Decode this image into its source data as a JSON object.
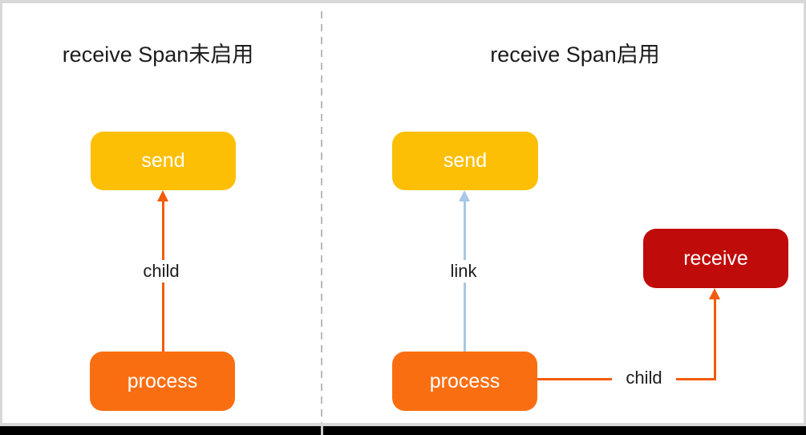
{
  "figure": {
    "type": "flow-diagram",
    "divider_style": "vertical-dashed",
    "colors": {
      "send_box": "#fcbf06",
      "process_box": "#fa6e12",
      "receive_box": "#c00b0b",
      "child_arrow": "#f25b0c",
      "link_arrow": "#a9c7e7",
      "divider": "#b9b9b9",
      "frame_border": "#d8d8d8",
      "bottom_bar": "#000000",
      "node_text": "#ffffff",
      "label_text": "#1c1c1c"
    },
    "panels": [
      {
        "title": "receive Span未启用",
        "nodes": [
          {
            "id": "send",
            "label": "send"
          },
          {
            "id": "process",
            "label": "process"
          }
        ],
        "edges": [
          {
            "label": "child",
            "from": "process",
            "to": "send",
            "style": "orange-arrow-up"
          }
        ]
      },
      {
        "title": "receive Span启用",
        "nodes": [
          {
            "id": "send",
            "label": "send"
          },
          {
            "id": "process",
            "label": "process"
          },
          {
            "id": "receive",
            "label": "receive"
          }
        ],
        "edges": [
          {
            "label": "link",
            "from": "process",
            "to": "send",
            "style": "blue-arrow-up"
          },
          {
            "label": "child",
            "from": "process",
            "to": "receive",
            "style": "orange-elbow-arrow"
          }
        ]
      }
    ]
  }
}
